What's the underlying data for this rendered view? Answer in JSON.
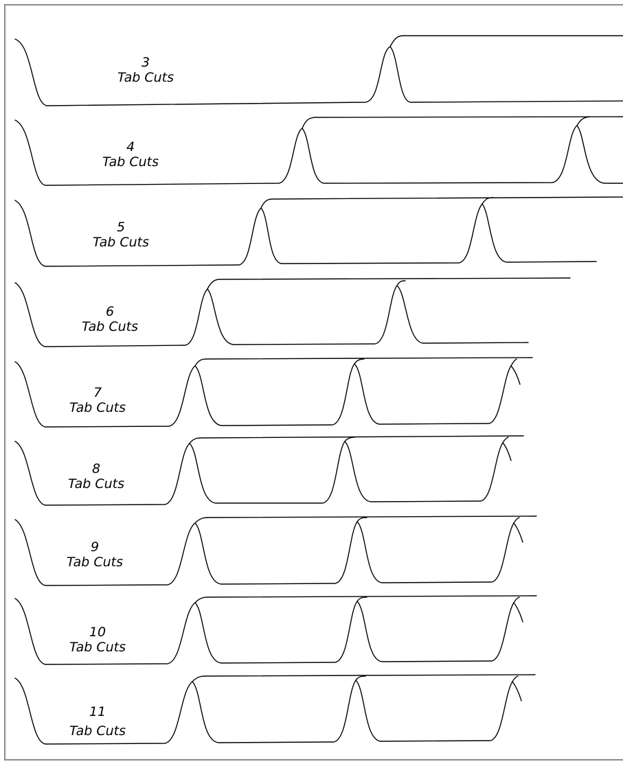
{
  "rows": [
    {
      "number": "3",
      "label": "Tab Cuts"
    },
    {
      "number": "4",
      "label": "Tab Cuts"
    },
    {
      "number": "5",
      "label": "Tab Cuts"
    },
    {
      "number": "6",
      "label": "Tab Cuts"
    },
    {
      "number": "7",
      "label": "Tab Cuts"
    },
    {
      "number": "8",
      "label": "Tab Cuts"
    },
    {
      "number": "9",
      "label": "Tab Cuts"
    },
    {
      "number": "10",
      "label": "Tab Cuts"
    },
    {
      "number": "11",
      "label": "Tab Cuts"
    }
  ]
}
